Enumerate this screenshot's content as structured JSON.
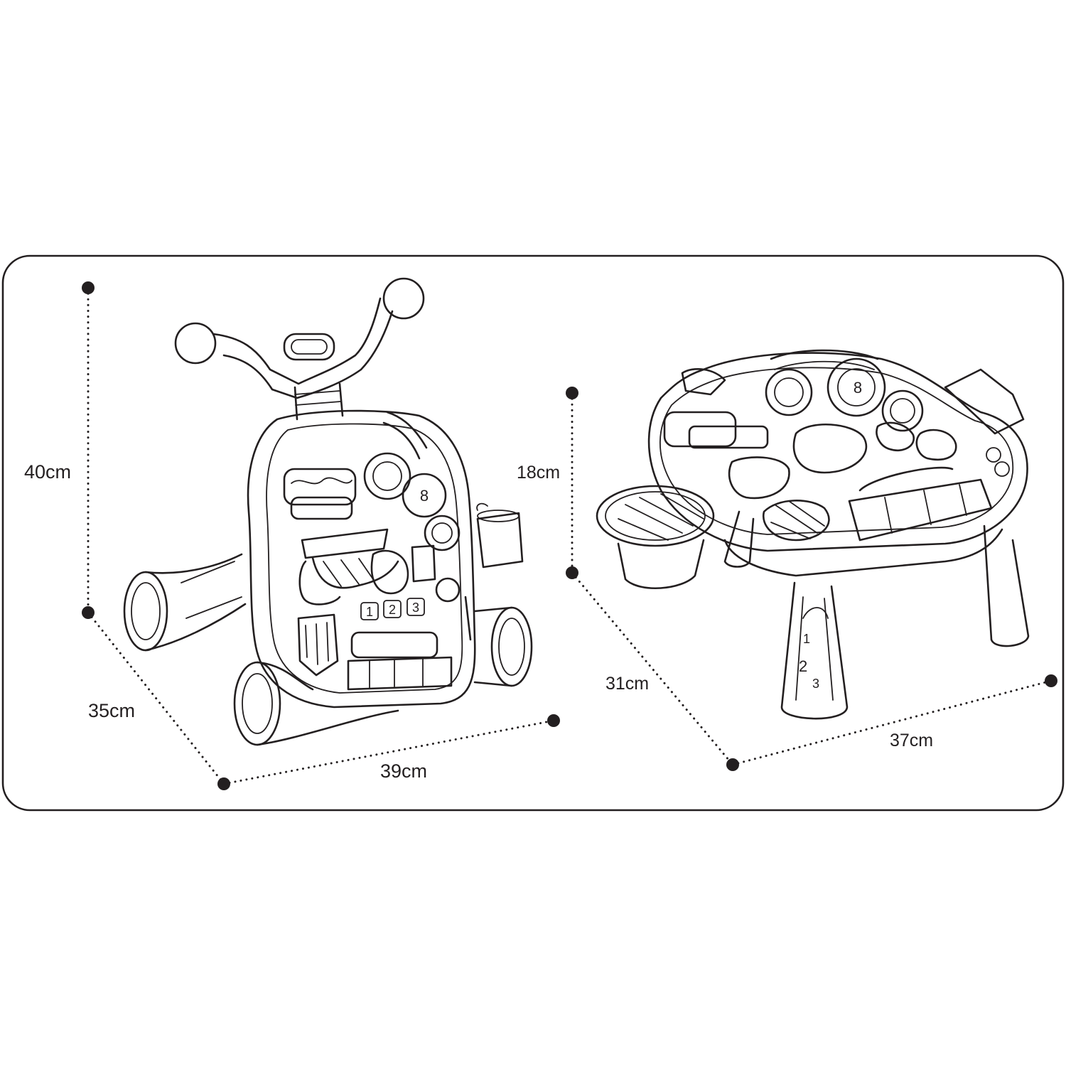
{
  "walker": {
    "height_label": "40cm",
    "depth_label": "35cm",
    "width_label": "39cm",
    "button_numbers": [
      "1",
      "2",
      "3"
    ],
    "dial_number": "8"
  },
  "table": {
    "height_label": "18cm",
    "depth_label": "31cm",
    "width_label": "37cm",
    "leg_numbers": [
      "1",
      "2",
      "3"
    ],
    "dial_number": "8"
  }
}
